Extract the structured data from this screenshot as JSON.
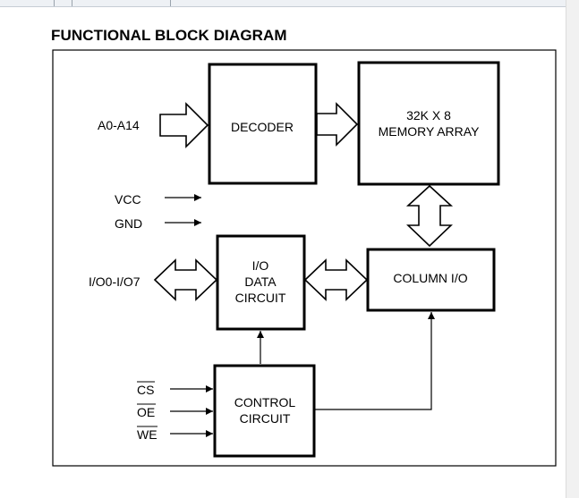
{
  "title": "FUNCTIONAL BLOCK DIAGRAM",
  "blocks": {
    "decoder": [
      "DECODER"
    ],
    "memory": [
      "32K X 8",
      "MEMORY ARRAY"
    ],
    "io_data": [
      "I/O",
      "DATA",
      "CIRCUIT"
    ],
    "column_io": [
      "COLUMN I/O"
    ],
    "control": [
      "CONTROL",
      "CIRCUIT"
    ]
  },
  "signals": {
    "address": "A0-A14",
    "vcc": "VCC",
    "gnd": "GND",
    "io": "I/O0-I/O7",
    "cs": "CS",
    "oe": "OE",
    "we": "WE"
  }
}
